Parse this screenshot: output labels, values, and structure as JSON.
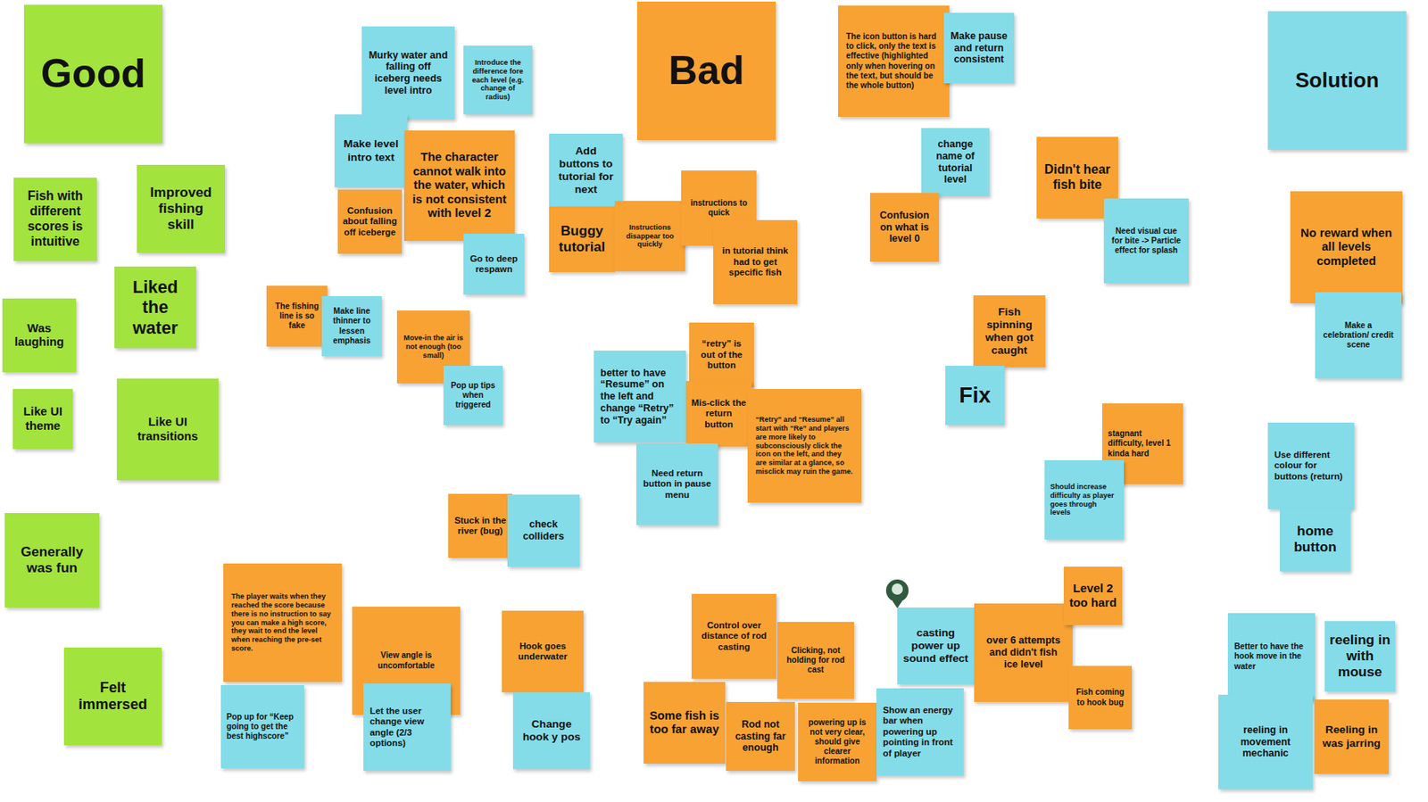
{
  "diagram": {
    "nodes": [
      {
        "text": [
          "Good"
        ]
      },
      {
        "text": [
          "Fish with different scores is intuitive"
        ]
      },
      {
        "text": [
          "Improved fishing skill"
        ]
      },
      {
        "text": [
          "Liked the water"
        ]
      },
      {
        "text": [
          "Was laughing"
        ]
      },
      {
        "text": [
          "Like UI theme"
        ]
      },
      {
        "text": [
          "Like UI transitions"
        ]
      },
      {
        "text": [
          "Generally was fun"
        ]
      },
      {
        "text": [
          "Felt immersed"
        ]
      },
      {
        "text": [
          "Murky water and falling off iceberg needs level intro"
        ]
      },
      {
        "text": [
          "Introduce the difference fore each level (e.g. change of radius)"
        ]
      },
      {
        "text": [
          "Make level intro text"
        ]
      },
      {
        "text": [
          "The character cannot walk into the water, which is not consistent with level 2"
        ]
      },
      {
        "text": [
          "Confusion about falling off iceberge"
        ]
      },
      {
        "text": [
          "Go to deep respawn"
        ]
      },
      {
        "text": [
          "Bad"
        ]
      },
      {
        "text": [
          "Add buttons to tutorial for next"
        ]
      },
      {
        "text": [
          "Buggy tutorial"
        ]
      },
      {
        "text": [
          "Instructions disappear too quickly"
        ]
      },
      {
        "text": [
          "instructions to quick"
        ]
      },
      {
        "text": [
          "in tutorial think had to get specific fish"
        ]
      },
      {
        "text": [
          "The icon button is hard to click, only the text is effective (highlighted only when hovering on the text, but should be the whole button)"
        ]
      },
      {
        "text": [
          "Make pause and return consistent"
        ]
      },
      {
        "text": [
          "change name of tutorial level"
        ]
      },
      {
        "text": [
          "Confusion on what is level 0"
        ]
      },
      {
        "text": [
          "Didn't hear fish bite"
        ]
      },
      {
        "text": [
          "Need visual cue for bite -> Particle effect for splash"
        ]
      },
      {
        "text": [
          "Solution"
        ]
      },
      {
        "text": [
          "No reward when all levels completed"
        ]
      },
      {
        "text": [
          "Make a celebration/ credit scene"
        ]
      },
      {
        "text": [
          "The fishing line is so fake"
        ]
      },
      {
        "text": [
          "Make line thinner to lessen emphasis"
        ]
      },
      {
        "text": [
          "Move-in the air is not enough (too small)"
        ]
      },
      {
        "text": [
          "Pop up tips when triggered"
        ]
      },
      {
        "text": [
          "“retry” is out of the button"
        ]
      },
      {
        "text": [
          "better to have “Resume” on the left and change “Retry” to “Try again”"
        ]
      },
      {
        "text": [
          "Mis-click the return button"
        ]
      },
      {
        "text": [
          "“Retry” and “Resume” all start with “Re” and players are more likely to subconsciously click the icon on the left, and they are similar at a glance, so misclick may ruin the game."
        ]
      },
      {
        "text": [
          "Need return button in pause menu"
        ]
      },
      {
        "text": [
          "Fish spinning when got caught"
        ]
      },
      {
        "text": [
          "Fix"
        ]
      },
      {
        "text": [
          "stagnant difficulty, level 1 kinda hard"
        ]
      },
      {
        "text": [
          "Should increase difficulty as player goes through levels"
        ]
      },
      {
        "text": [
          "Use different colour for buttons (return)"
        ]
      },
      {
        "text": [
          "home button"
        ]
      },
      {
        "text": [
          "Stuck in the river (bug)"
        ]
      },
      {
        "text": [
          "check colliders"
        ]
      },
      {
        "text": [
          "The player waits when they reached the score because there is no instruction to say you can make a high score, they wait to end the level when reaching the pre-set score."
        ]
      },
      {
        "text": [
          "Pop up for “Keep going to get the best highscore”"
        ]
      },
      {
        "text": [
          "View angle is uncomfortable"
        ]
      },
      {
        "text": [
          "Let the user change view angle (2/3 options)"
        ]
      },
      {
        "text": [
          "Hook goes underwater"
        ]
      },
      {
        "text": [
          "Change hook y pos"
        ]
      },
      {
        "text": [
          "Control over distance of rod casting"
        ]
      },
      {
        "text": [
          "Clicking, not holding for rod cast"
        ]
      },
      {
        "text": [
          "Some fish is too far away"
        ]
      },
      {
        "text": [
          "Rod not casting far enough"
        ]
      },
      {
        "text": [
          "powering up is not very clear, should give clearer information"
        ]
      },
      {
        "text": [
          "Show an energy bar when powering up pointing in front of player"
        ]
      },
      {
        "text": [
          "casting power up sound effect"
        ]
      },
      {
        "text": [
          "over 6 attempts and didn't fish ice level"
        ]
      },
      {
        "text": [
          "Level 2 too hard"
        ]
      },
      {
        "text": [
          "Fish coming to hook bug"
        ]
      },
      {
        "text": [
          "Better to have the hook move in the water"
        ]
      },
      {
        "text": [
          "reeling in with mouse"
        ]
      },
      {
        "text": [
          "reeling in movement mechanic"
        ]
      },
      {
        "text": [
          "Reeling in was jarring"
        ]
      }
    ]
  }
}
